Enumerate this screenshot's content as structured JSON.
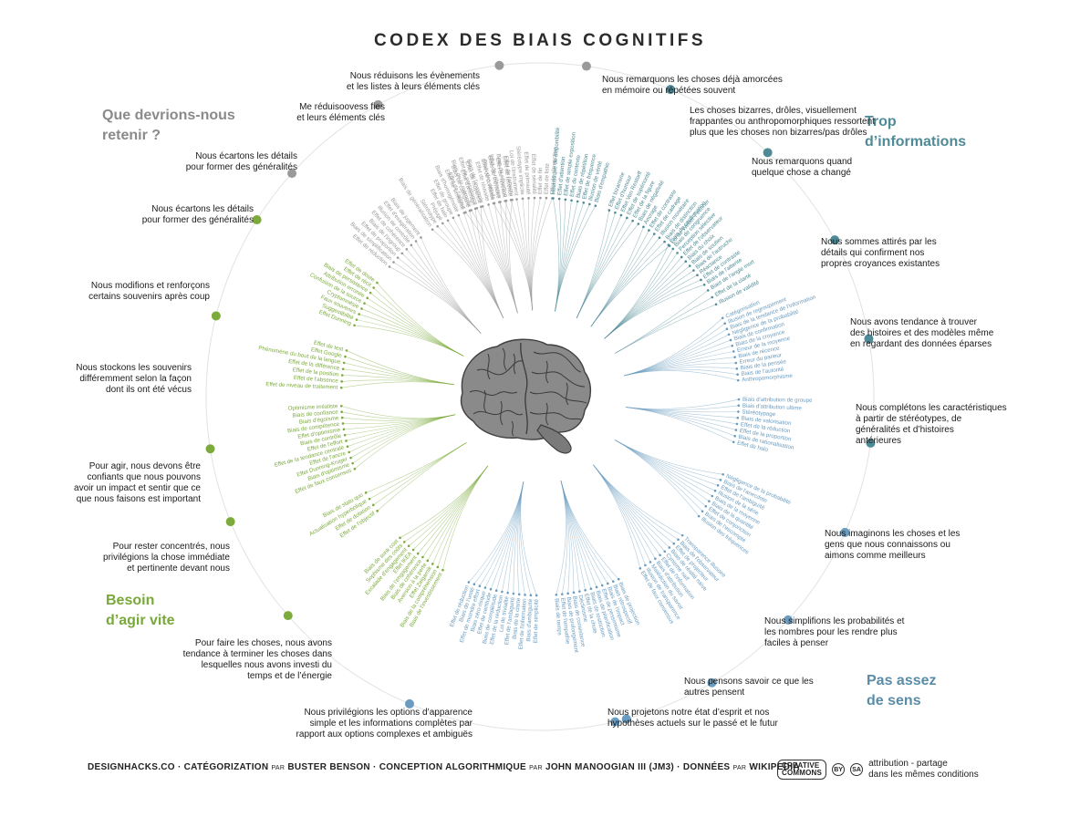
{
  "title": "CODEX DES BIAIS COGNITIFS",
  "quadrants": {
    "retain": [
      "Que devrions-nous",
      "retenir ?"
    ],
    "info": [
      "Trop",
      "d’informations"
    ],
    "act": [
      "Besoin",
      "d’agir vite"
    ],
    "sense": [
      "Pas assez",
      "de sens"
    ]
  },
  "categories": {
    "c1": [
      "Nous réduisons les évènements",
      "et les listes à leurs éléments clés"
    ],
    "c2": [
      "Me réduisoovess fies",
      "et leurs éléments clés"
    ],
    "c3": [
      "Nous écartons les détails",
      "pour former des généralités"
    ],
    "c4": [
      "Nous écartons les détails",
      "pour former des généralités"
    ],
    "c5": [
      "Nous modifions et renforçons",
      "certains souvenirs après coup"
    ],
    "c6": [
      "Nous stockons les souvenirs",
      "différemment selon la façon",
      "dont ils ont été vécus"
    ],
    "c7": [
      "Pour agir, nous devons être",
      "confiants que nous pouvons",
      "avoir un impact et sentir que ce",
      "que nous faisons est important"
    ],
    "c8": [
      "Pour rester concentrés, nous",
      "privilégions la chose immédiate",
      "et pertinente devant nous"
    ],
    "c9": [
      "Pour faire les choses, nous avons",
      "tendance à terminer les choses dans",
      "lesquelles nous avons investi du",
      "temps et de l’énergie"
    ],
    "c10": [
      "Nous privilégions les options d’apparence",
      "simple et les informations complètes par",
      "rapport aux options complexes et ambiguës"
    ],
    "c11": [
      "Nous remarquons les choses déjà amorcées",
      "en mémoire ou répétées souvent"
    ],
    "c12": [
      "Les choses bizarres, drôles, visuellement",
      "frappantes ou anthropomorphiques ressortent",
      "plus que les choses non bizarres/pas drôles"
    ],
    "c13": [
      "Nous remarquons quand",
      "quelque chose a changé"
    ],
    "c14": [
      "Nous sommes attirés par les",
      "détails qui confirment nos",
      "propres croyances existantes"
    ],
    "c15": [
      "Nous avons tendance à trouver",
      "des histoires et des modèles même",
      "en regardant des données éparses"
    ],
    "c16": [
      "Nous complétons les caractéristiques",
      "à partir de stéréotypes, de",
      "généralités et d’histoires",
      "antérieures"
    ],
    "c17": [
      "Nous imaginons les choses et les",
      "gens que nous connaissons ou",
      "aimons comme meilleurs"
    ],
    "c18": [
      "Nous simplifions les probabilités et",
      "les nombres pour les rendre plus",
      "faciles à penser"
    ],
    "c19": [
      "Nous pensons savoir ce que les",
      "autres pensent"
    ],
    "c20": [
      "Nous projetons notre état d’esprit et nos",
      "hypothèses actuels sur le passé et le futur"
    ]
  },
  "footer": {
    "part1": "DESIGNHACKS.CO · CATÉGORIZATION",
    "par1": "PAR",
    "part2": "BUSTER BENSON",
    "part3": " · CONCEPTION ALGORITHMIQUE",
    "par2": "PAR",
    "part4": "JOHN MANOOGIAN III (JM3) · DONNÉES",
    "par3": "PAR",
    "part5": "WIKIPEDIA",
    "cc_logo": [
      "CREATIVE",
      "COMMONS"
    ],
    "license": [
      "attribution - partage",
      "dans les mêmes conditions"
    ]
  },
  "icons": {
    "brain": "brain-icon",
    "cc_by": "BY",
    "cc_sa": "SA"
  },
  "colors": {
    "retain": "#9a9a9a",
    "info": "#4f8b96",
    "act": "#7cab3c",
    "sense": "#6a9cc0",
    "brain": "#7d7d7d"
  },
  "wheel": {
    "groups": [
      {
        "quad": "retain",
        "labels": [
          "Effet de contexte",
          "Biais de mémoire",
          "Effet de niveaux",
          "Effet de récence",
          "Loi de l'instrument",
          "Stéréotype implicite",
          "Effet de primauté",
          "Effet de sérialité",
          "Effet de fin",
          "Effet de liste",
          "Effet de rétroaction"
        ]
      },
      {
        "quad": "retain",
        "labels": [
          "Biais de généralisation",
          "Stéréotype",
          "Préjugé",
          "Effet de halo",
          "Effet de groupe",
          "Biais d'homogénéité",
          "Effet de similarité",
          "Biais de catégorie",
          "Effet d'ancrage",
          "Effet de moyenne"
        ]
      },
      {
        "quad": "retain",
        "labels": [
          "Effet de réduction",
          "Biais de simplification",
          "Effet de proportion",
          "Biais de l'ingroup",
          "Effet de cohérence",
          "Illusion de contrôle",
          "Effet d'exagération",
          "Biais de jugement"
        ]
      },
      {
        "quad": "act",
        "labels": [
          "Effet Dunning",
          "Suggestibilité",
          "Faux souvenirs",
          "Cryptomnésie",
          "Confusion de la source",
          "Attribution erronée",
          "Biais de persistance",
          "Effet de récit",
          "Effet de doute"
        ]
      },
      {
        "quad": "act",
        "labels": [
          "Effet de niveau de traitement",
          "Effet de l'absence",
          "Effet de la position",
          "Effet de la différence",
          "Phénomène du bout de la langue",
          "Effet Google",
          "Effet de test"
        ]
      },
      {
        "quad": "act",
        "labels": [
          "Effet de faux consensus",
          "Biais d'optimisme",
          "Effet Dunning-Kruger",
          "Effet de l'ancre",
          "Effet de la tendance centrale",
          "Effet de l'effort",
          "Biais de contrôle",
          "Effet d'optimisme",
          "Biais de compétence",
          "Biais d'égoïsme",
          "Biais de confiance",
          "Optimisme irréaliste"
        ]
      },
      {
        "quad": "act",
        "labels": [
          "Effet de l'objectif",
          "Effet de dotation",
          "Actualisation hyperbolique",
          "Biais de statu quo"
        ]
      },
      {
        "quad": "act",
        "labels": [
          "Biais de l'investissement",
          "Biais de la compréhension",
          "Effet Zeigarnik",
          "Aversion à la perte",
          "Biais de cohérence",
          "Biais de l'engagement",
          "Effet IKEA",
          "Escalade d'engagement",
          "Sophisme des coûts",
          "Biais de sunk cost"
        ]
      },
      {
        "quad": "sense",
        "labels": [
          "Effet de simplicité",
          "Biais d'ambiguïté",
          "Effet de l'information",
          "Biais de la clarté",
          "Effet de l'ambiguïté",
          "Loi de trivialité",
          "Effet de la réduction",
          "Biais de complétude",
          "Effet de certitude",
          "Biais zéro-risque",
          "Effet de moindre effort",
          "Biais de l'unité",
          "Effet de réduction"
        ]
      },
      {
        "quad": "sense",
        "labels": [
          "Biais de projection",
          "Biais rétrospectif",
          "Biais de l'impact",
          "Effet de pessimisme",
          "Biais de planification",
          "Biais de restriction",
          "Effet de la chute",
          "Déclinisme",
          "Biais de consistance",
          "Biais de prolongement",
          "Effet de l'empathie",
          "Biais de temps"
        ]
      },
      {
        "quad": "sense",
        "labels": [
          "Transparence illusoire",
          "Biais de l'observateur",
          "Effet de projecteur",
          "Biais de réalité naïve",
          "Cynisme naïf",
          "Effet de l'information",
          "Biais d'attribution",
          "Malédiction du savoir",
          "Illusion de transparence",
          "Effet de faux consensus"
        ]
      },
      {
        "quad": "sense",
        "labels": [
          "Négligence de la probabilité",
          "Biais de l'anecdote",
          "Effet de l'ambiguïté",
          "Illusion de la série",
          "Biais de la moyenne",
          "Biais de la quantité",
          "Effet de conjonction",
          "Biais de l'escompte",
          "Illusion des fréquences"
        ]
      },
      {
        "quad": "sense",
        "labels": [
          "Biais d'attribution de groupe",
          "Biais d'attribution ultime",
          "Stéréotypage",
          "Biais de valorisation",
          "Effet de la réduction",
          "Effet de la proportion",
          "Biais de rationalisation",
          "Effet de halo"
        ]
      },
      {
        "quad": "sense",
        "labels": [
          "Catégorisation",
          "Illusion de regroupement",
          "Biais de la tendance de l'information",
          "Négligence de la probabilité",
          "Biais de confirmation",
          "Biais de la croyance",
          "Erreur de la moyenne",
          "Biais de récence",
          "Erreur du parieur",
          "Biais de la pensée",
          "Biais de l'autorité",
          "Anthropomorphisme"
        ]
      },
      {
        "quad": "info",
        "labels": [
          "Biais de l'angle mort",
          "Effet de la clarté",
          "Illusion de validité"
        ]
      },
      {
        "quad": "info",
        "labels": [
          "Biais de confirmation",
          "Biais de congruence",
          "Perception sélective",
          "Effet de l'observateur",
          "Biais du choix",
          "Biais de soutien",
          "Biais de l'autruche",
          "Réactance",
          "Effet de contraste",
          "Biais de l'attente"
        ]
      },
      {
        "quad": "info",
        "labels": [
          "Ancrage",
          "Effet de contraste",
          "Effet de cadrage",
          "Illusion monétaire",
          "Biais de distinction",
          "Loi de Weber-Fechner"
        ]
      },
      {
        "quad": "info",
        "labels": [
          "Effet bizarrerie",
          "Effet d'humour",
          "Effet Von Restorff",
          "Effet de supériorité",
          "Effet de la figure",
          "Biais de négativité"
        ]
      },
      {
        "quad": "info",
        "labels": [
          "Heuristique de disponibilité",
          "Effet d'attention",
          "Effet de simple exposition",
          "Effet de contexte",
          "Biais de répétition",
          "Effet de fréquence",
          "Illusion de vérité",
          "Biais d'empathie"
        ]
      },
      {
        "quad": "retain",
        "labels": [
          "Effet de l'auteur",
          "Biais de la mémoire",
          "Effet de persistance",
          "Biais de l'exemple",
          "Effet de réussite",
          "Biais des détails",
          "Effet de référence",
          "Biais de sélection",
          "Effet de l'attente"
        ]
      }
    ]
  }
}
